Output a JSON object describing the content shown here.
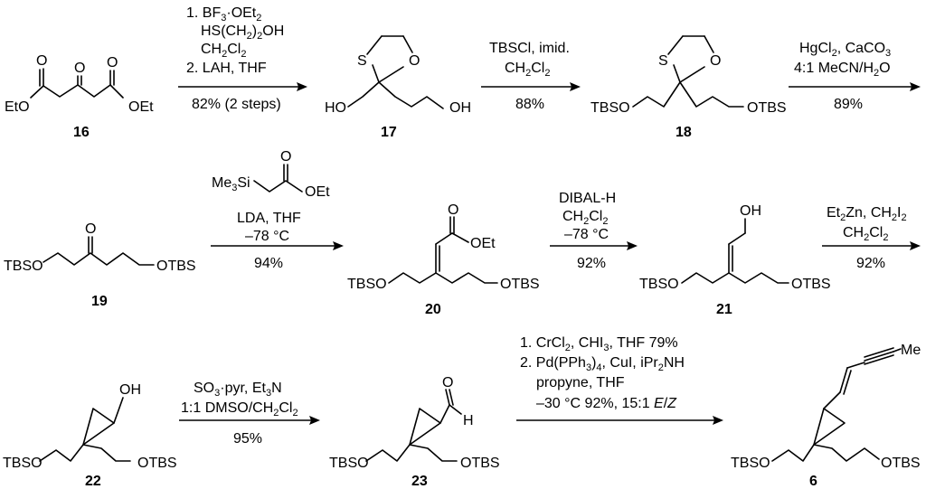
{
  "compounds": {
    "c16": {
      "number": "16",
      "etO": "EtO",
      "oEt": "OEt",
      "o": "O"
    },
    "c17": {
      "number": "17",
      "s": "S",
      "o": "O",
      "ho": "HO",
      "oh": "OH"
    },
    "c18": {
      "number": "18",
      "s": "S",
      "o": "O",
      "tbso": "TBSO",
      "otbs": "OTBS"
    },
    "c19": {
      "number": "19",
      "tbso": "TBSO",
      "otbs": "OTBS",
      "o": "O"
    },
    "c20": {
      "number": "20",
      "tbso": "TBSO",
      "otbs": "OTBS",
      "o": "O",
      "oEt": "OEt"
    },
    "c21": {
      "number": "21",
      "tbso": "TBSO",
      "otbs": "OTBS",
      "oh": "OH"
    },
    "c22": {
      "number": "22",
      "tbso": "TBSO",
      "otbs": "OTBS",
      "oh": "OH"
    },
    "c23": {
      "number": "23",
      "tbso": "TBSO",
      "otbs": "OTBS",
      "o": "O",
      "h": "H"
    },
    "c6": {
      "number": "6",
      "tbso": "TBSO",
      "otbs": "OTBS",
      "me": "Me"
    }
  },
  "reagent_struct": {
    "me3si": "Me",
    "si": "Si",
    "o": "O",
    "oEt": "OEt",
    "sub3": "3"
  },
  "steps": {
    "s1": {
      "l1a": "1. BF",
      "l1s": "3",
      "l1b": "·OEt",
      "l1s2": "2",
      "l2a": "HS(CH",
      "l2s": "2",
      "l2b": ")",
      "l2s2": "2",
      "l2c": "OH",
      "l3a": "CH",
      "l3s": "2",
      "l3b": "Cl",
      "l3s2": "2",
      "l4": "2. LAH, THF",
      "yield": "82% (2 steps)"
    },
    "s2": {
      "l1": "TBSCl, imid.",
      "l2a": "CH",
      "l2s": "2",
      "l2b": "Cl",
      "l2s2": "2",
      "yield": "88%"
    },
    "s3": {
      "l1a": "HgCl",
      "l1s": "2",
      "l1b": ", CaCO",
      "l1s2": "3",
      "l2a": "4:1 MeCN/H",
      "l2s": "2",
      "l2b": "O",
      "yield": "89%"
    },
    "s4": {
      "l1": "LDA, THF",
      "l2": "–78 °C",
      "yield": "94%"
    },
    "s5": {
      "l1": "DIBAL-H",
      "l2a": "CH",
      "l2s": "2",
      "l2b": "Cl",
      "l2s2": "2",
      "l3": "–78 °C",
      "yield": "92%"
    },
    "s6": {
      "l1a": "Et",
      "l1s": "2",
      "l1b": "Zn, CH",
      "l1s2": "2",
      "l1c": "I",
      "l1s3": "2",
      "l2a": "CH",
      "l2s": "2",
      "l2b": "Cl",
      "l2s2": "2",
      "yield": "92%"
    },
    "s7": {
      "l1a": "SO",
      "l1s": "3",
      "l1b": "·pyr, Et",
      "l1s2": "3",
      "l1c": "N",
      "l2a": "1:1 DMSO/CH",
      "l2s": "2",
      "l2b": "Cl",
      "l2s2": "2",
      "yield": "95%"
    },
    "s8": {
      "l1a": "1. CrCl",
      "l1s": "2",
      "l1b": ", CHI",
      "l1s2": "3",
      "l1c": ", THF 79%",
      "l2a": "2. Pd(PPh",
      "l2s": "3",
      "l2b": ")",
      "l2s2": "4",
      "l2c": ", CuI, iPr",
      "l2s3": "2",
      "l2d": "NH",
      "l3": "propyne, THF",
      "l4a": "–30 °C  92%, 15:1 ",
      "l4e": "E",
      "l4sl": "/",
      "l4z": "Z"
    }
  }
}
